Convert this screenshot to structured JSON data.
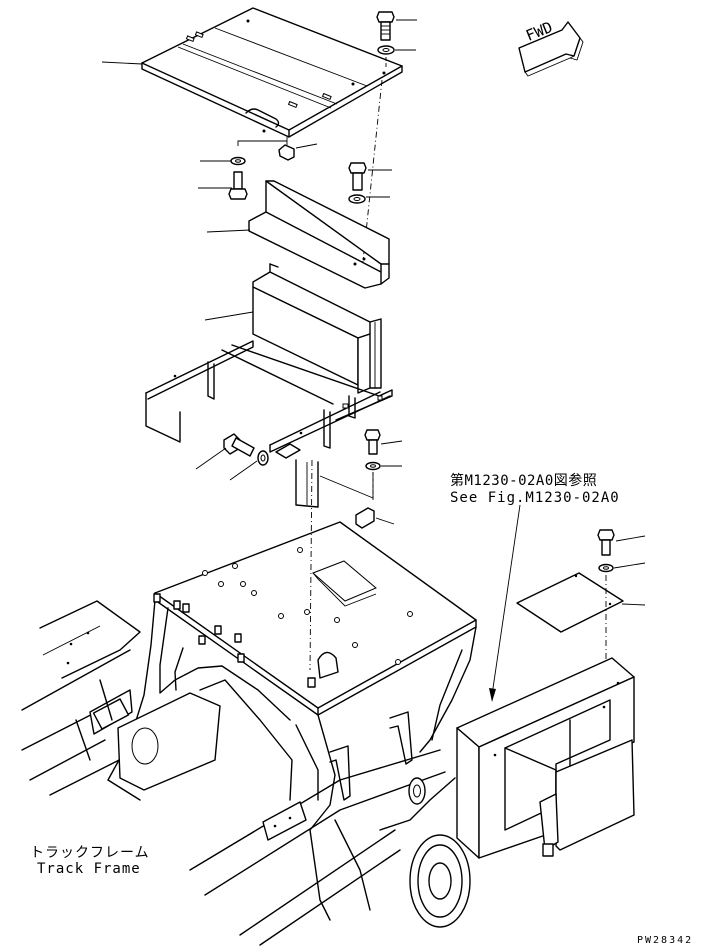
{
  "direction_marker": {
    "label": "FWD"
  },
  "reference_note": {
    "japanese": "第M1230-02A0図参照",
    "english": "See Fig.M1230-02A0"
  },
  "frame_label": {
    "japanese": "トラックフレーム",
    "english": "Track Frame"
  },
  "drawing_code": "PW28342"
}
